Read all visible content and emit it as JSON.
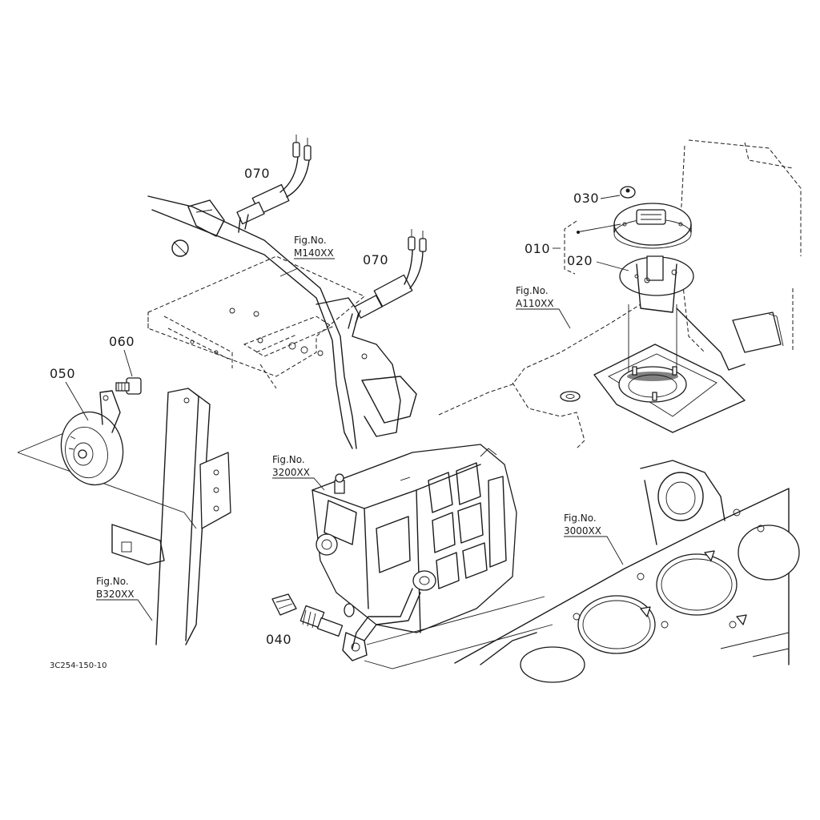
{
  "part_numbers": {
    "p010": "010",
    "p020": "020",
    "p030": "030",
    "p040": "040",
    "p050": "050",
    "p060": "060",
    "p070a": "070",
    "p070b": "070"
  },
  "figure_refs": {
    "m140": {
      "label": "Fig.No.",
      "code": "M140XX"
    },
    "a110": {
      "label": "Fig.No.",
      "code": "A110XX"
    },
    "f3200": {
      "label": "Fig.No.",
      "code": "3200XX"
    },
    "f3000": {
      "label": "Fig.No.",
      "code": "3000XX"
    },
    "b320": {
      "label": "Fig.No.",
      "code": "B320XX"
    }
  },
  "drawing_code": "3C254-150-10"
}
